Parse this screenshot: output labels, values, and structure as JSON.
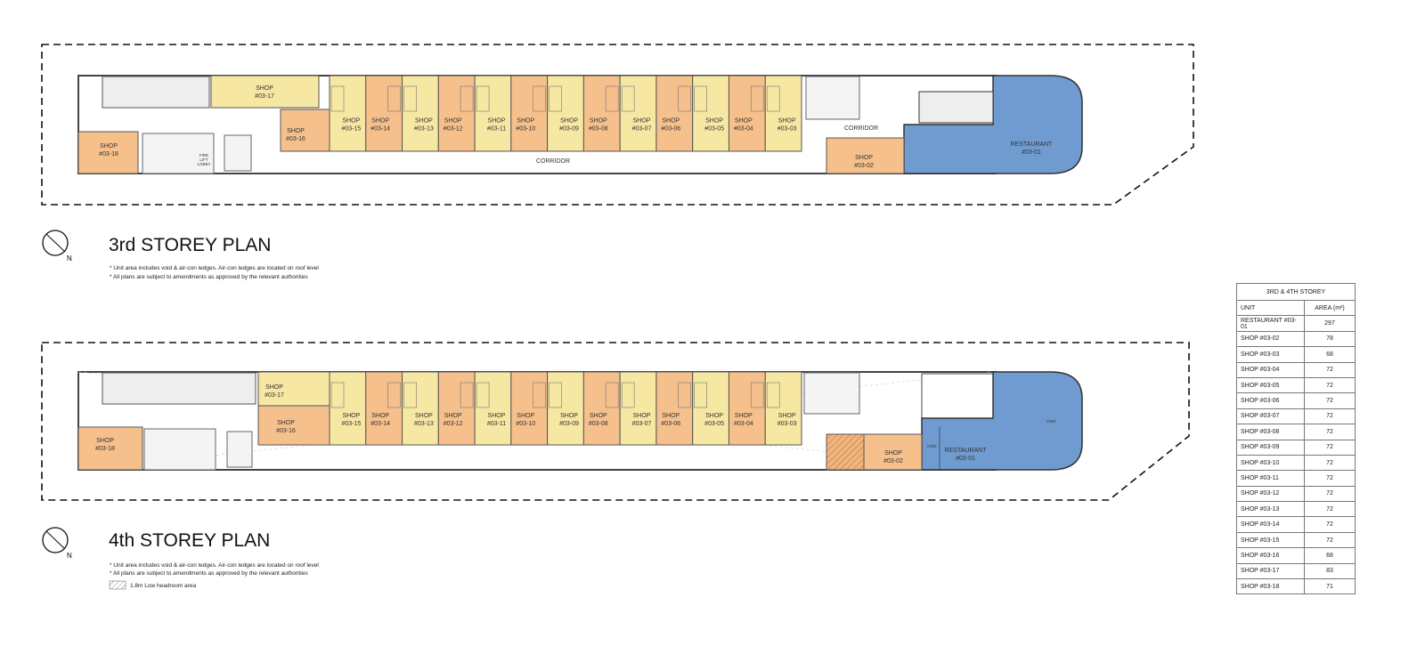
{
  "colors": {
    "shop_yellow": "#f6e7a3",
    "shop_orange": "#f5c08c",
    "restaurant_blue": "#6f9bd1",
    "wall": "#444444"
  },
  "plan3": {
    "title": "3rd STOREY PLAN",
    "north": "N",
    "notes": [
      "* Unit area includes void & air-con ledges. Air-con ledges are located on roof level",
      "* All plans are subject to amendments as approved by the relevant authorities"
    ],
    "corridor": "CORRIDOR",
    "corridor2": "CORRIDOR",
    "fire_lift_lobby": [
      "FIRE",
      "LIFT",
      "LOBBY"
    ],
    "restaurant": [
      "RESTAURANT",
      "#03-01"
    ],
    "shop_word": "SHOP",
    "row_units": [
      "#03-15",
      "#03-14",
      "#03-13",
      "#03-12",
      "#03-11",
      "#03-10",
      "#03-09",
      "#03-08",
      "#03-07",
      "#03-06",
      "#03-05",
      "#03-04",
      "#03-03"
    ],
    "shop17": "#03-17",
    "shop16": "#03-16",
    "shop18": "#03-18",
    "shop02": "#03-02"
  },
  "plan4": {
    "title": "4th STOREY PLAN",
    "north": "N",
    "notes": [
      "* Unit area includes void & air-con ledges. Air-con ledges are located on roof level",
      "* All plans are subject to amendments as approved by the relevant authorities"
    ],
    "legend_hatch": "1.8m Low headroom area",
    "void": "VOID",
    "restaurant": [
      "RESTAURANT",
      "#03-01"
    ],
    "shop_word": "SHOP",
    "row_units": [
      "#03-15",
      "#03-14",
      "#03-13",
      "#03-12",
      "#03-11",
      "#03-10",
      "#03-09",
      "#03-08",
      "#03-07",
      "#03-06",
      "#03-05",
      "#03-04",
      "#03-03"
    ],
    "shop17": "#03-17",
    "shop16": "#03-16",
    "shop18": "#03-18",
    "shop02": "#03-02"
  },
  "area_table": {
    "title": "3RD & 4TH STOREY",
    "headers": [
      "UNIT",
      "AREA (m²)"
    ],
    "rows": [
      [
        "RESTAURANT #03-01",
        "297"
      ],
      [
        "SHOP #03-02",
        "78"
      ],
      [
        "SHOP #03-03",
        "68"
      ],
      [
        "SHOP #03-04",
        "72"
      ],
      [
        "SHOP #03-05",
        "72"
      ],
      [
        "SHOP #03-06",
        "72"
      ],
      [
        "SHOP #03-07",
        "72"
      ],
      [
        "SHOP #03-08",
        "72"
      ],
      [
        "SHOP #03-09",
        "72"
      ],
      [
        "SHOP #03-10",
        "72"
      ],
      [
        "SHOP #03-11",
        "72"
      ],
      [
        "SHOP #03-12",
        "72"
      ],
      [
        "SHOP #03-13",
        "72"
      ],
      [
        "SHOP #03-14",
        "72"
      ],
      [
        "SHOP #03-15",
        "72"
      ],
      [
        "SHOP #03-16",
        "68"
      ],
      [
        "SHOP #03-17",
        "83"
      ],
      [
        "SHOP #03-18",
        "71"
      ]
    ]
  }
}
